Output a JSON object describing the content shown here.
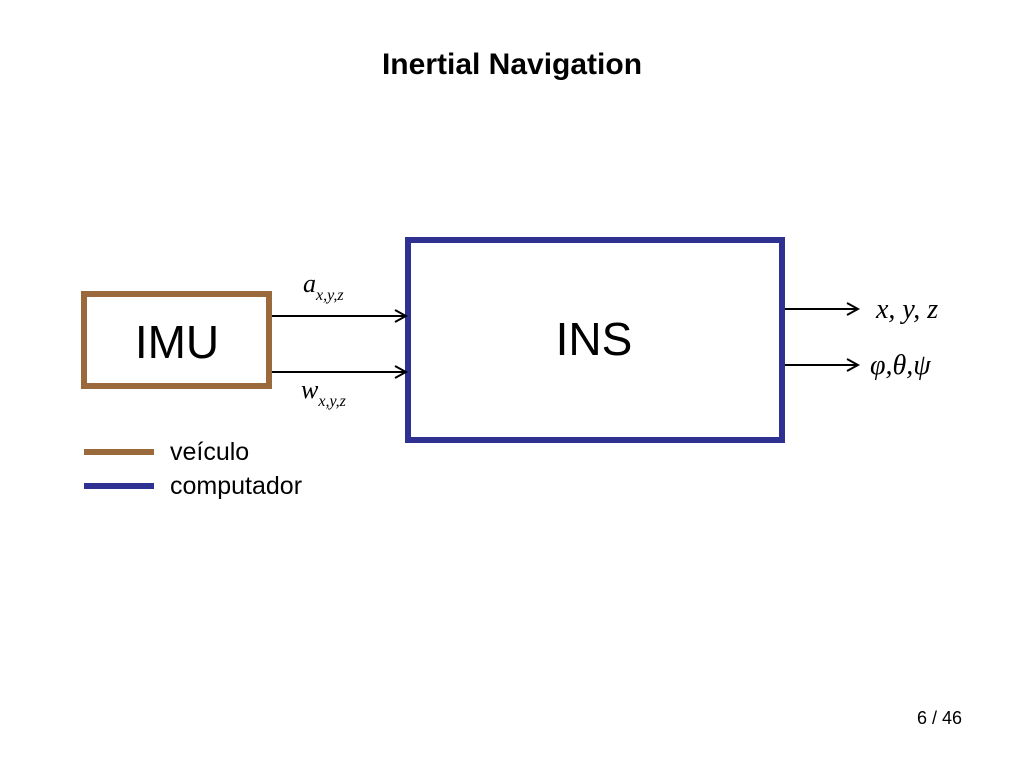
{
  "slide": {
    "title": "Inertial Navigation",
    "page": "6 / 46"
  },
  "diagram": {
    "imu": {
      "label": "IMU",
      "color": "#9b6a3c"
    },
    "ins": {
      "label": "INS",
      "color": "#2e3192"
    },
    "inputs": [
      {
        "symbol": "a",
        "subscript": "x,y,z"
      },
      {
        "symbol": "w",
        "subscript": "x,y,z"
      }
    ],
    "outputs": [
      {
        "text": "x, y, z"
      },
      {
        "text": "φ,θ,ψ"
      }
    ],
    "legend": [
      {
        "label": "veículo",
        "color": "#9b6a3c"
      },
      {
        "label": "computador",
        "color": "#2e3192"
      }
    ],
    "arrow_color": "#000000"
  }
}
